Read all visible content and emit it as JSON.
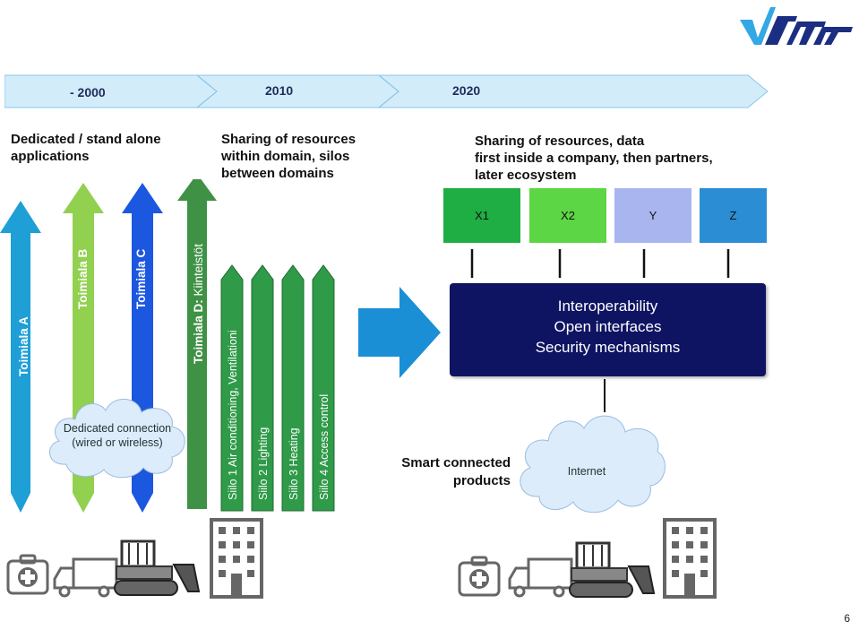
{
  "timeline": {
    "labels": [
      "- 2000",
      "2010",
      "2020"
    ]
  },
  "columns": {
    "col1": [
      "Dedicated / stand alone",
      "applications"
    ],
    "col2": [
      "Sharing of resources",
      "within domain, silos",
      "between domains"
    ],
    "col3": [
      "Sharing of resources, data",
      "first inside a company, then partners,",
      "later  ecosystem"
    ]
  },
  "toimiala": {
    "a": "Toimiala A",
    "b": "Toimiala B",
    "c": "Toimiala C",
    "d_bold": "Toimiala D:",
    "d_rest": " Kiinteistöt"
  },
  "silos": [
    "Siilo 1 Air conditioning, Ventilationi",
    "Siilo 2  Lighting",
    "Siilo 3 Heating",
    "Siilo 4 Access control"
  ],
  "dedicated_cloud": [
    "Dedicated connection",
    "(wired or wireless)"
  ],
  "partners": [
    "X1",
    "X2",
    "Y",
    "Z"
  ],
  "platform": [
    "Interoperability",
    "Open interfaces",
    "Security mechanisms"
  ],
  "internet_label": "Internet",
  "smart_products": [
    "Smart  connected",
    "products"
  ],
  "page_number": "6",
  "logo_text": "VTT",
  "colors": {
    "timeline": "#d3ecfa",
    "toimiala_a": "#1e9fd6",
    "toimiala_b": "#92d050",
    "toimiala_c": "#1c57e0",
    "toimiala_d": "#3f9245",
    "silo": "#2f9a48",
    "big_arrow": "#1a8fd6",
    "x1": "#1fae43",
    "x2": "#5dd646",
    "y": "#a9b5ef",
    "z": "#2b8ed4",
    "platform": "#0e1462",
    "cloud": "#dcecfb"
  }
}
